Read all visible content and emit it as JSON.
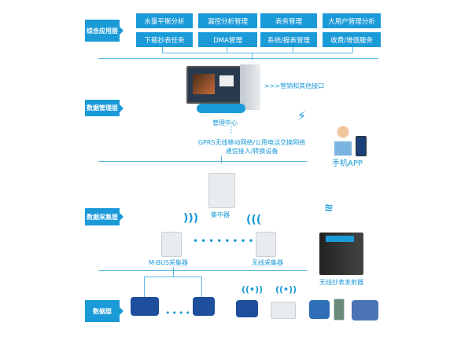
{
  "layers": {
    "app": "综合应用层",
    "mgmt": "数据管理层",
    "collect": "数据采集层",
    "data": "数据层"
  },
  "app_boxes": [
    "水量平衡分析",
    "漏控分析管理",
    "表务管理",
    "大用户管理分析",
    "下载抄表任务",
    "DMA管理",
    "系统/报表管理",
    "收费/增值服务"
  ],
  "mgmt": {
    "center": "管理中心",
    "interface": ">>>营销和其他接口",
    "network_line1": "GPRS无线移动网络/公用电话交换网络",
    "network_line2": "通信接入/转换设备",
    "mobile_app": "手机APP"
  },
  "collect": {
    "concentrator": "集中器",
    "mbus": "M-BUS采集器",
    "wireless": "无线采集器",
    "transmitter": "无线抄表发射器"
  },
  "colors": {
    "accent": "#1b9ad8"
  }
}
